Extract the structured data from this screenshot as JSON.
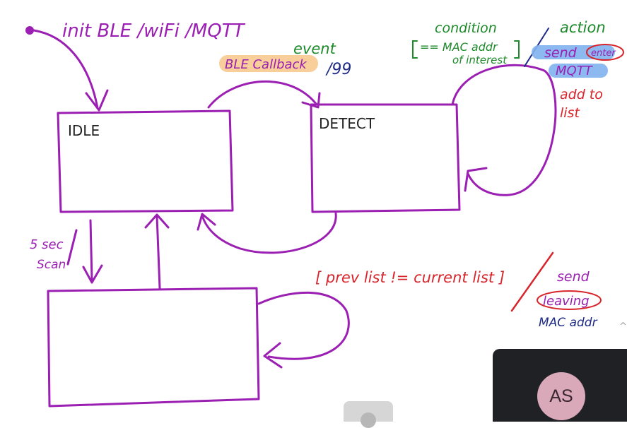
{
  "colors": {
    "purple_ink": "#9b1fb2",
    "red_ink": "#d8252b",
    "green_ink": "#1c8a2a",
    "navy_ink": "#1e2a88",
    "highlight_orange": "#f7c58a",
    "highlight_blue": "#7fb1ee",
    "video_tile_bg": "#202124",
    "avatar_bg": "#d9a9b9"
  },
  "annotations": {
    "init": "init BLE /wiFi /MQTT",
    "event_label": "event",
    "ble_callback": "BLE Callback",
    "slash_mark": "/99",
    "condition_label": "condition",
    "condition_line1": "== MAC addr",
    "condition_line2": "of interest",
    "action_label": "action",
    "send": "send",
    "enter": "enter",
    "mqtt": "MQTT",
    "add_to": "add to",
    "list_word": "list",
    "scan_line1": "5 sec",
    "scan_line2": "Scan",
    "prev_list_condition": "[ prev list != current list ]",
    "send_leaving": "send",
    "leaving": "leaving",
    "mac_addr": "MAC addr"
  },
  "states": {
    "idle": "IDLE",
    "detect": "DETECT"
  },
  "video_tile": {
    "initials": "AS"
  }
}
